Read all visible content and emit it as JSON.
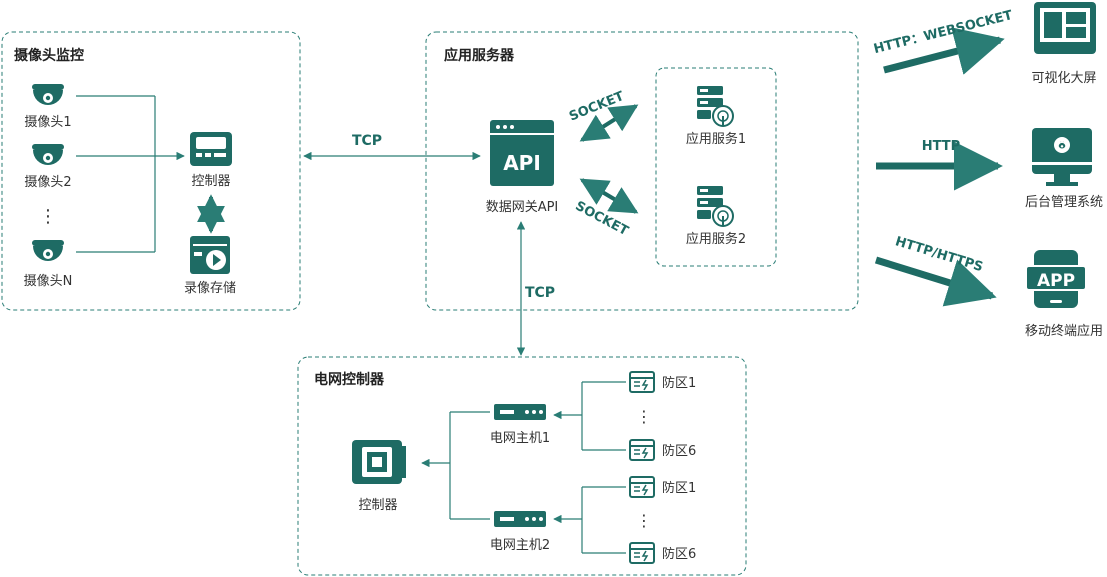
{
  "colors": {
    "accent": "#1e6b64",
    "box_border": "#2a7d75",
    "line": "#2a7d75",
    "bg": "#ffffff"
  },
  "groups": {
    "camera": "摄像头监控",
    "app_server": "应用服务器",
    "grid": "电网控制器"
  },
  "camera": {
    "cam1": "摄像头1",
    "cam2": "摄像头2",
    "dots": "⋮",
    "camN": "摄像头N",
    "controller": "控制器",
    "storage": "录像存储"
  },
  "server": {
    "api_icon": "API",
    "api_label": "数据网关API",
    "svc1": "应用服务1",
    "svc2": "应用服务2"
  },
  "grid": {
    "controller": "控制器",
    "host1": "电网主机1",
    "host2": "电网主机2",
    "zone_a1": "防区1",
    "zone_a6": "防区6",
    "zone_b1": "防区1",
    "zone_b6": "防区6",
    "dots": "⋮"
  },
  "edges": {
    "tcp_top": "TCP",
    "tcp_bottom": "TCP",
    "socket1": "SOCKET",
    "socket2": "SOCKET",
    "ws": "HTTP：WEBSOCKET",
    "http": "HTTP",
    "https": "HTTP/HTTPS"
  },
  "clients": {
    "screen": "可视化大屏",
    "admin": "后台管理系统",
    "app_icon": "APP",
    "mobile": "移动终端应用"
  }
}
